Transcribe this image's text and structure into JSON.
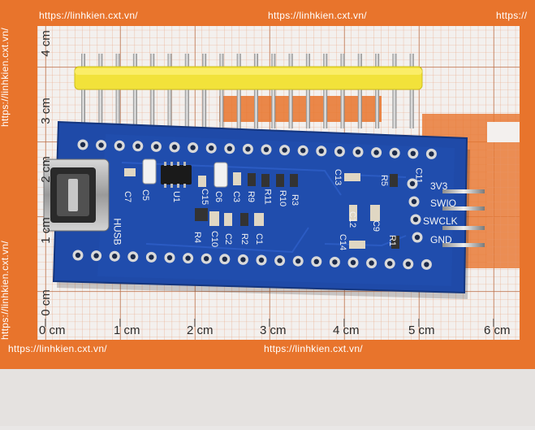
{
  "watermark": {
    "top_left": "https://linhkien.cxt.vn/",
    "top_mid": "https://linhkien.cxt.vn/",
    "top_right": "https://",
    "bottom_left": "https://linhkien.cxt.vn/",
    "bottom_mid": "https://linhkien.cxt.vn/",
    "side_left_top": "https://linhkien.cxt.vn/",
    "side_left_bottom": "https://linhkien.cxt.vn/"
  },
  "ruler": {
    "x_labels": [
      "0 cm",
      "1 cm",
      "2 cm",
      "3 cm",
      "4 cm",
      "5 cm",
      "6 cm"
    ],
    "y_labels": [
      "4 cm",
      "3 cm",
      "2 cm",
      "1 cm",
      "0 cm"
    ]
  },
  "board": {
    "silk": [
      "C7",
      "C5",
      "U1",
      "C15",
      "C6",
      "C3",
      "R9",
      "R11",
      "R10",
      "R3",
      "C13",
      "R5",
      "C11",
      "HUSB",
      "R4",
      "C10",
      "C2",
      "R2",
      "C1",
      "C12",
      "C14",
      "C9",
      "R1"
    ],
    "pins": [
      "3V3",
      "SWIO",
      "SWCLK",
      "GND"
    ]
  },
  "colors": {
    "board": "#1f4aa8",
    "header": "#f2e23a",
    "paper": "#ece9e7",
    "grid_orange": "#e8742c"
  }
}
